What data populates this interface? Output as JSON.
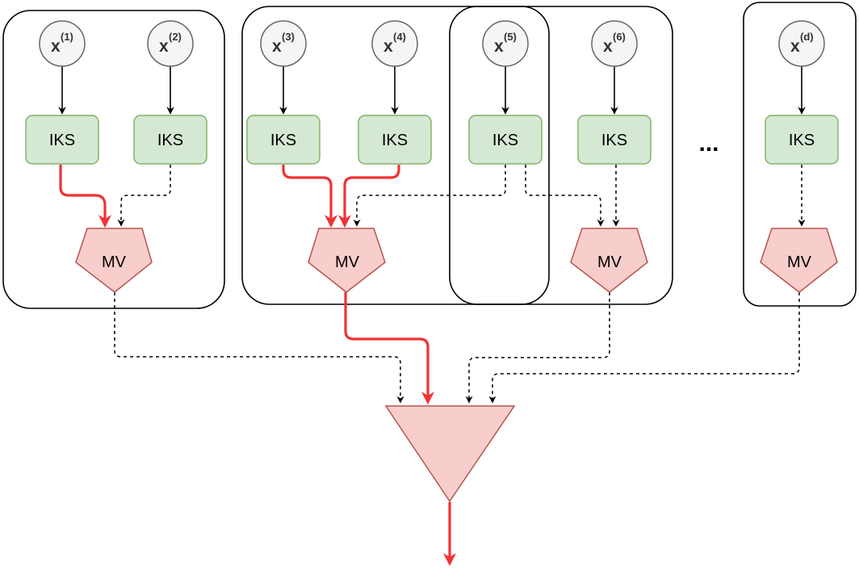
{
  "inputs": [
    {
      "base": "x",
      "sup": "(1)"
    },
    {
      "base": "x",
      "sup": "(2)"
    },
    {
      "base": "x",
      "sup": "(3)"
    },
    {
      "base": "x",
      "sup": "(4)"
    },
    {
      "base": "x",
      "sup": "(5)"
    },
    {
      "base": "x",
      "sup": "(6)"
    },
    {
      "base": "x",
      "sup": "(d)"
    }
  ],
  "iks_label": "IKS",
  "mv_label": "MV",
  "ellipsis": "...",
  "colors": {
    "input_fill": "#f5f5f5",
    "input_stroke": "#666666",
    "iks_fill": "#d5e8d4",
    "iks_stroke": "#82b366",
    "mv_fill": "#f8cecc",
    "mv_stroke": "#b85450",
    "active_path": "#f03232",
    "inactive_path": "#000000"
  }
}
